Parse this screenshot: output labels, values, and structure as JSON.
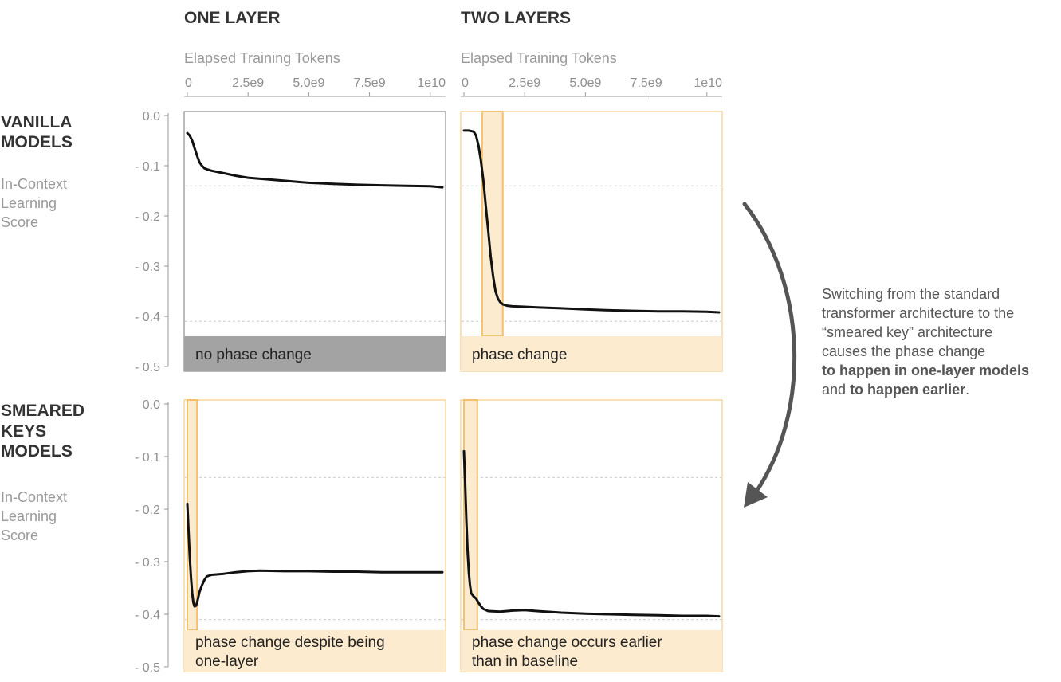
{
  "columns": [
    "ONE LAYER",
    "TWO LAYERS"
  ],
  "rows": [
    {
      "title": [
        "VANILLA",
        "MODELS"
      ],
      "ylabel": [
        "In-Context",
        "Learning",
        "Score"
      ]
    },
    {
      "title": [
        "SMEARED",
        "KEYS",
        "MODELS"
      ],
      "ylabel": [
        "In-Context",
        "Learning",
        "Score"
      ]
    }
  ],
  "xaxis": {
    "label": "Elapsed Training Tokens",
    "ticks": [
      "0",
      "2.5e9",
      "5.0e9",
      "7.5e9",
      "1e10"
    ],
    "tick_values": [
      0,
      2500000000.0,
      5000000000.0,
      7500000000.0,
      10000000000.0
    ],
    "range": [
      0,
      10500000000.0
    ]
  },
  "yaxis": {
    "ticks": [
      "0.0",
      "- 0.1",
      "- 0.2",
      "- 0.3",
      "- 0.4",
      "- 0.5"
    ],
    "tick_values": [
      0,
      -0.1,
      -0.2,
      -0.3,
      -0.4,
      -0.5
    ],
    "range": [
      0,
      -0.5
    ]
  },
  "side_note": {
    "line1": "Switching from the standard",
    "line2": "transformer architecture to the",
    "line3": "“smeared key” architecture",
    "line4": "causes the phase change",
    "bold1": "to happen in one-layer models",
    "and": "and",
    "bold2": "to happen earlier",
    "end": "."
  },
  "colors": {
    "phase": "#f5c06b",
    "phase_fill": "#fdebcf",
    "none_bar": "#a3a3a3",
    "line": "#111111",
    "arrow": "#555555",
    "ref": "#cccccc"
  },
  "chart_data": [
    {
      "type": "line",
      "panel": "vanilla-one-layer",
      "caption": "no phase change",
      "phase_change": false,
      "x": [
        0,
        100000000.0,
        200000000.0,
        300000000.0,
        400000000.0,
        500000000.0,
        600000000.0,
        700000000.0,
        800000000.0,
        1000000000.0,
        1500000000.0,
        2000000000.0,
        2500000000.0,
        3000000000.0,
        4000000000.0,
        5000000000.0,
        6000000000.0,
        7000000000.0,
        8000000000.0,
        9000000000.0,
        10000000000.0,
        10500000000.0
      ],
      "y": [
        -0.035,
        -0.04,
        -0.05,
        -0.065,
        -0.08,
        -0.093,
        -0.1,
        -0.105,
        -0.107,
        -0.11,
        -0.115,
        -0.12,
        -0.124,
        -0.126,
        -0.13,
        -0.134,
        -0.136,
        -0.138,
        -0.139,
        -0.14,
        -0.141,
        -0.143
      ]
    },
    {
      "type": "line",
      "panel": "vanilla-two-layers",
      "caption": "phase change",
      "phase_change": true,
      "phase_region": [
        750000000.0,
        1600000000.0
      ],
      "x": [
        0,
        200000000.0,
        400000000.0,
        500000000.0,
        600000000.0,
        700000000.0,
        800000000.0,
        900000000.0,
        1000000000.0,
        1100000000.0,
        1200000000.0,
        1300000000.0,
        1400000000.0,
        1500000000.0,
        1600000000.0,
        1800000000.0,
        2000000000.0,
        2500000000.0,
        3000000000.0,
        4000000000.0,
        5000000000.0,
        6000000000.0,
        7000000000.0,
        8000000000.0,
        9000000000.0,
        10000000000.0,
        10500000000.0
      ],
      "y": [
        -0.03,
        -0.03,
        -0.032,
        -0.04,
        -0.06,
        -0.09,
        -0.13,
        -0.18,
        -0.23,
        -0.28,
        -0.32,
        -0.35,
        -0.365,
        -0.372,
        -0.376,
        -0.379,
        -0.38,
        -0.381,
        -0.382,
        -0.384,
        -0.386,
        -0.388,
        -0.389,
        -0.39,
        -0.39,
        -0.391,
        -0.392
      ]
    },
    {
      "type": "line",
      "panel": "smeared-one-layer",
      "caption": "phase change despite being one-layer",
      "phase_change": true,
      "phase_region": [
        0,
        400000000.0
      ],
      "x": [
        0,
        50000000.0,
        100000000.0,
        150000000.0,
        200000000.0,
        250000000.0,
        300000000.0,
        350000000.0,
        400000000.0,
        450000000.0,
        500000000.0,
        600000000.0,
        700000000.0,
        800000000.0,
        1000000000.0,
        1500000000.0,
        2000000000.0,
        2500000000.0,
        3000000000.0,
        4000000000.0,
        5000000000.0,
        6000000000.0,
        7000000000.0,
        8000000000.0,
        9000000000.0,
        10000000000.0,
        10500000000.0
      ],
      "y": [
        -0.19,
        -0.24,
        -0.29,
        -0.33,
        -0.36,
        -0.378,
        -0.385,
        -0.384,
        -0.378,
        -0.368,
        -0.358,
        -0.345,
        -0.335,
        -0.328,
        -0.325,
        -0.323,
        -0.32,
        -0.318,
        -0.317,
        -0.318,
        -0.318,
        -0.319,
        -0.319,
        -0.32,
        -0.32,
        -0.32,
        -0.32
      ]
    },
    {
      "type": "line",
      "panel": "smeared-two-layers",
      "caption": "phase change occurs earlier than in baseline",
      "phase_change": true,
      "phase_region": [
        0,
        550000000.0
      ],
      "x": [
        0,
        50000000.0,
        100000000.0,
        150000000.0,
        200000000.0,
        250000000.0,
        300000000.0,
        400000000.0,
        500000000.0,
        600000000.0,
        700000000.0,
        800000000.0,
        1000000000.0,
        1500000000.0,
        2000000000.0,
        2500000000.0,
        3000000000.0,
        4000000000.0,
        5000000000.0,
        6000000000.0,
        7000000000.0,
        8000000000.0,
        9000000000.0,
        10000000000.0,
        10500000000.0
      ],
      "y": [
        -0.09,
        -0.15,
        -0.22,
        -0.28,
        -0.32,
        -0.345,
        -0.36,
        -0.366,
        -0.37,
        -0.378,
        -0.385,
        -0.39,
        -0.394,
        -0.395,
        -0.393,
        -0.392,
        -0.394,
        -0.397,
        -0.399,
        -0.4,
        -0.401,
        -0.402,
        -0.403,
        -0.403,
        -0.404
      ]
    }
  ]
}
